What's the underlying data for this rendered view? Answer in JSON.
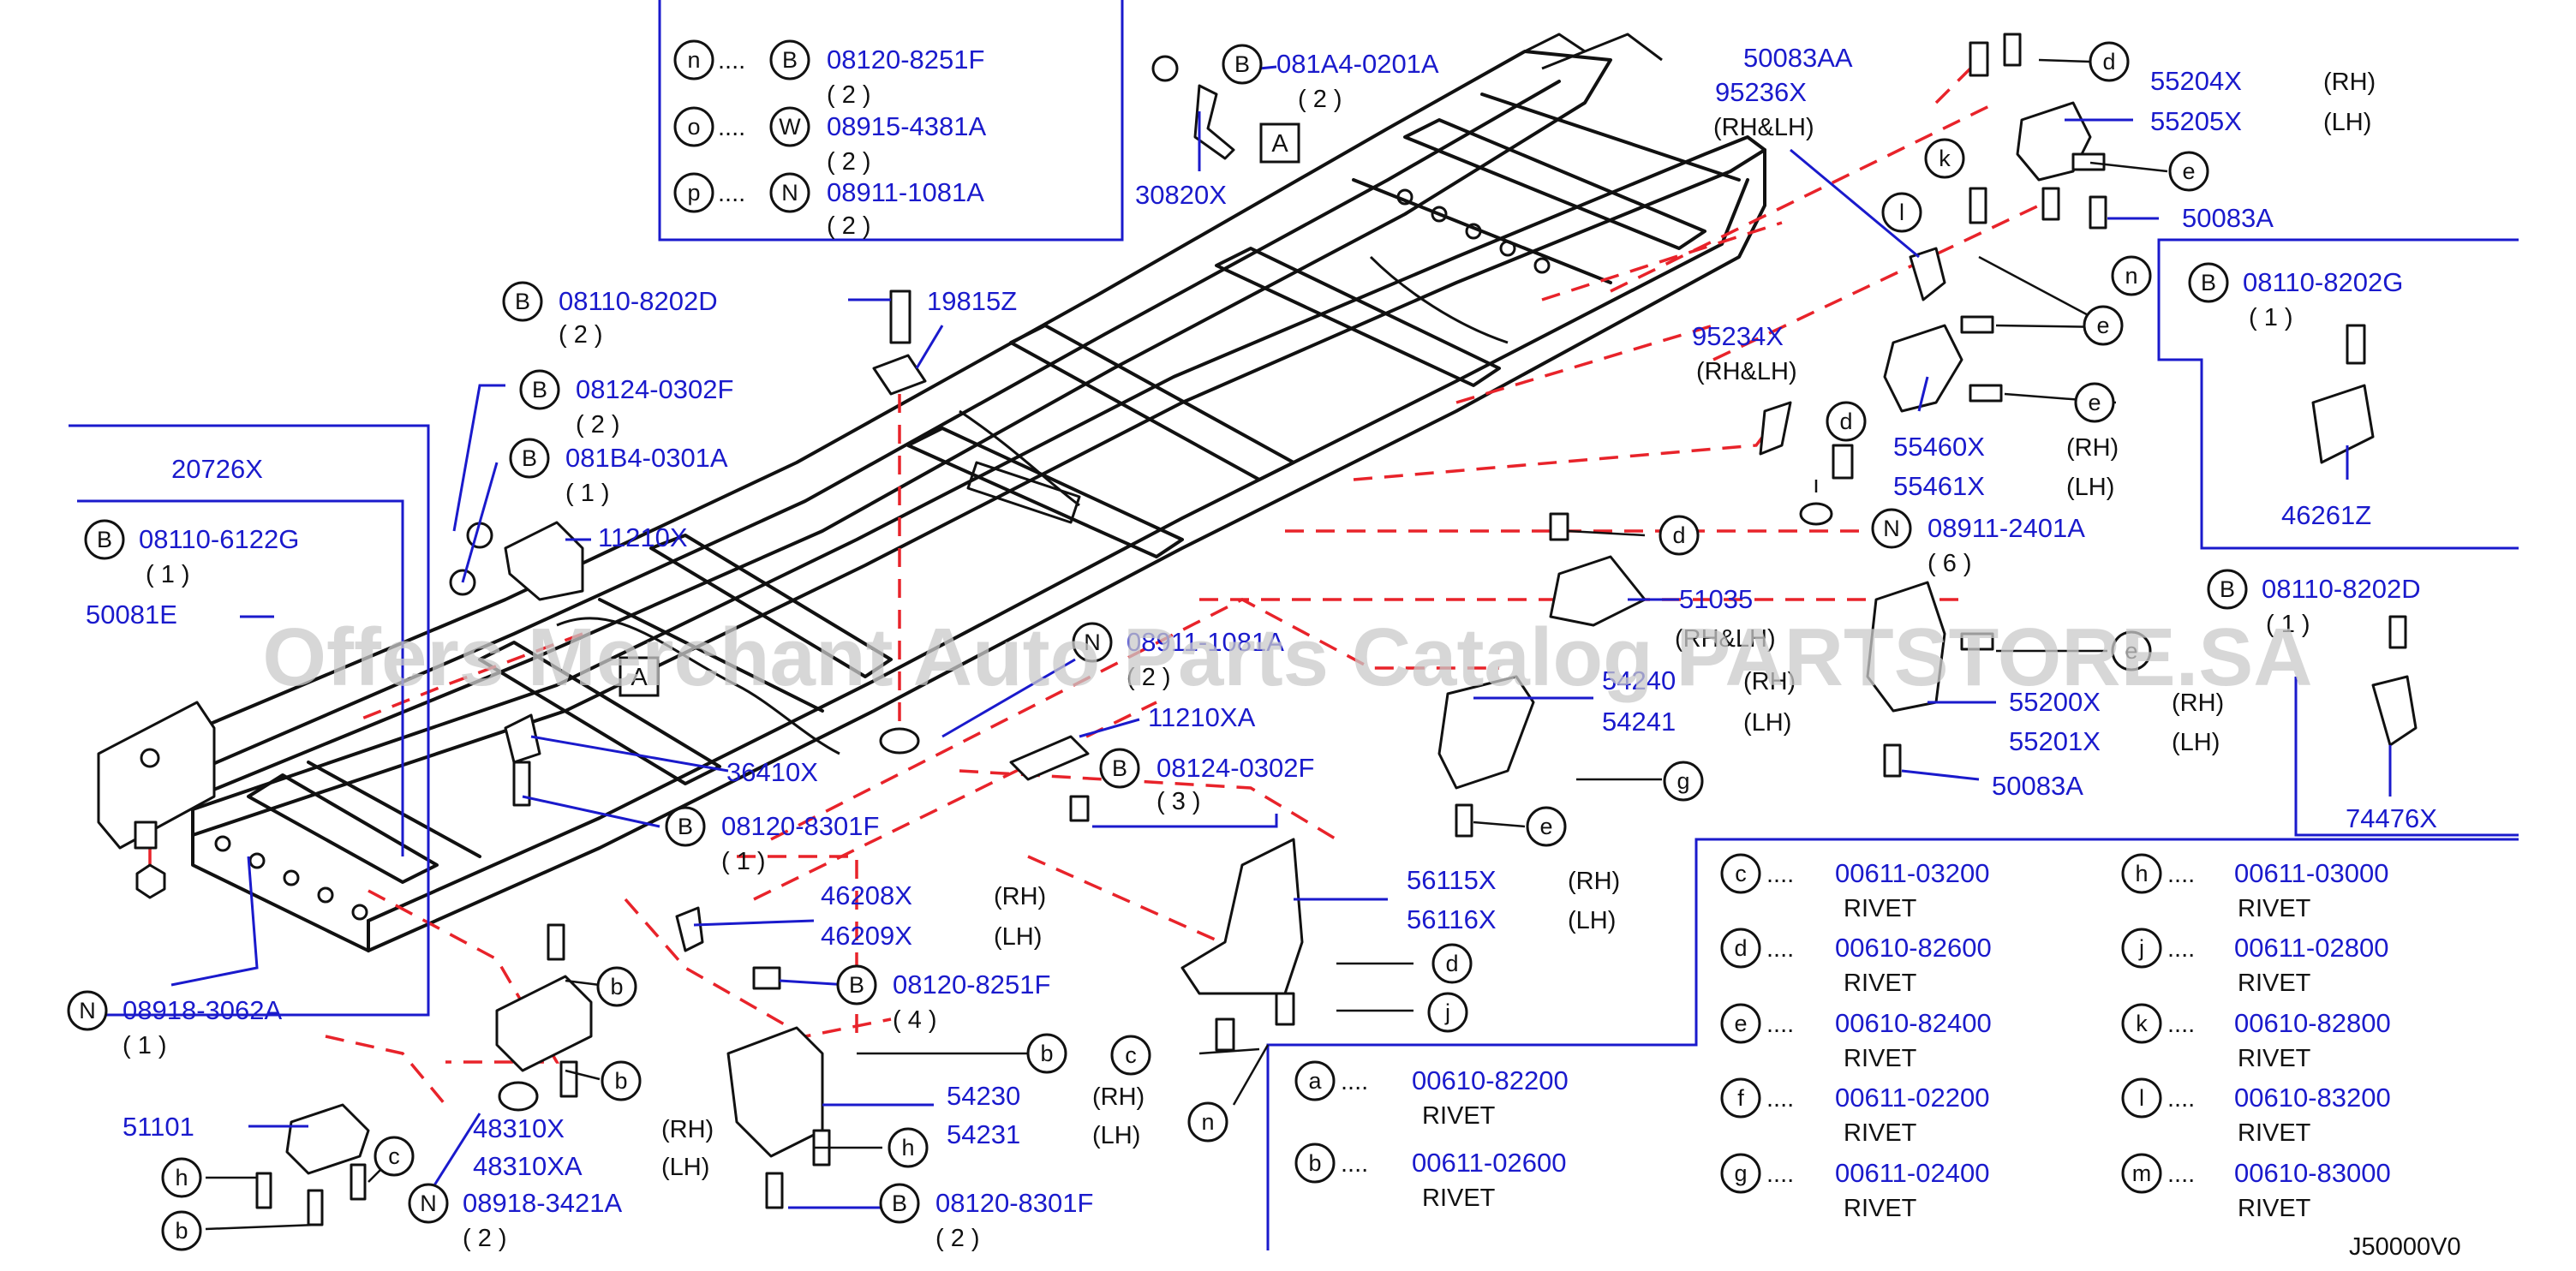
{
  "notes_top": [
    {
      "letter": "n",
      "type": "B",
      "part": "08120-8251F",
      "qty": "( 2 )"
    },
    {
      "letter": "o",
      "type": "W",
      "part": "08915-4381A",
      "qty": "( 2 )"
    },
    {
      "letter": "p",
      "type": "N",
      "part": "08911-1081A",
      "qty": "( 2 )"
    }
  ],
  "callouts": {
    "c081a4": {
      "type": "B",
      "part": "081A4-0201A",
      "qty": "( 2 )"
    },
    "p30820": "30820X",
    "ref_a": "A",
    "c08110_8202d": {
      "type": "B",
      "part": "08110-8202D",
      "qty": "( 2 )"
    },
    "p19815": "19815Z",
    "c08124_0302f": {
      "type": "B",
      "part": "08124-0302F",
      "qty": "( 2 )"
    },
    "c081b4": {
      "type": "B",
      "part": "081B4-0301A",
      "qty": "( 1 )"
    },
    "p11210": "11210X",
    "p20726": "20726X",
    "c08110_6122g": {
      "type": "B",
      "part": "08110-6122G",
      "qty": "( 1 )"
    },
    "p50081e": "50081E",
    "c08911_1081a": {
      "type": "N",
      "part": "08911-1081A",
      "qty": "( 2 )"
    },
    "p11210xa": "11210XA",
    "c08124_0302f_b": {
      "type": "B",
      "part": "08124-0302F",
      "qty": "( 3 )"
    },
    "p36410": "36410X",
    "c08120_8301f": {
      "type": "B",
      "part": "08120-8301F",
      "qty": "( 1 )"
    },
    "p46208": "46208X",
    "p46209": "46209X",
    "c08120_8251f": {
      "type": "B",
      "part": "08120-8251F",
      "qty": "( 4 )"
    },
    "c08918_3062a": {
      "type": "N",
      "part": "08918-3062A",
      "qty": "( 1 )"
    },
    "p51101": "51101",
    "p48310": "48310X",
    "p48310xa": "48310XA",
    "c08918_3421a": {
      "type": "N",
      "part": "08918-3421A",
      "qty": "( 2 )"
    },
    "p54230": "54230",
    "p54231": "54231",
    "c08120_8301f_b": {
      "type": "B",
      "part": "08120-8301F",
      "qty": "( 2 )"
    },
    "p56115": "56115X",
    "p56116": "56116X",
    "p50083aa": "50083AA",
    "p95236": "95236X",
    "p55204": "55204X",
    "p55205": "55205X",
    "p50083a": "50083A",
    "p95234": "95234X",
    "p55460": "55460X",
    "p55461": "55461X",
    "c08911_2401a": {
      "type": "N",
      "part": "08911-2401A",
      "qty": "( 6 )"
    },
    "p51035": "51035",
    "p54240": "54240",
    "p54241": "54241",
    "p55200": "55200X",
    "p55201": "55201X",
    "p50083a_b": "50083A",
    "c08110_8202g": {
      "type": "B",
      "part": "08110-8202G",
      "qty": "( 1 )"
    },
    "p46261": "46261Z",
    "c08110_8202d_b": {
      "type": "B",
      "part": "08110-8202D",
      "qty": "( 1 )"
    },
    "p74476": "74476X"
  },
  "sides": {
    "rh": "(RH)",
    "lh": "(LH)",
    "rhlh": "(RH&LH)"
  },
  "rivets": [
    {
      "letter": "a",
      "part": "00610-82200",
      "desc": "RIVET"
    },
    {
      "letter": "b",
      "part": "00611-02600",
      "desc": "RIVET"
    },
    {
      "letter": "c",
      "part": "00611-03200",
      "desc": "RIVET"
    },
    {
      "letter": "d",
      "part": "00610-82600",
      "desc": "RIVET"
    },
    {
      "letter": "e",
      "part": "00610-82400",
      "desc": "RIVET"
    },
    {
      "letter": "f",
      "part": "00611-02200",
      "desc": "RIVET"
    },
    {
      "letter": "g",
      "part": "00611-02400",
      "desc": "RIVET"
    },
    {
      "letter": "h",
      "part": "00611-03000",
      "desc": "RIVET"
    },
    {
      "letter": "j",
      "part": "00611-02800",
      "desc": "RIVET"
    },
    {
      "letter": "k",
      "part": "00610-82800",
      "desc": "RIVET"
    },
    {
      "letter": "l",
      "part": "00610-83200",
      "desc": "RIVET"
    },
    {
      "letter": "m",
      "part": "00610-83000",
      "desc": "RIVET"
    }
  ],
  "dots": "....",
  "diagram_code": "J50000V0",
  "watermark": "Offers Merchant Auto Parts Catalog PARTSTORE.SA",
  "colors": {
    "part_number": "#1a1acc",
    "dashed_leader": "#e8232a",
    "line": "#111111"
  }
}
